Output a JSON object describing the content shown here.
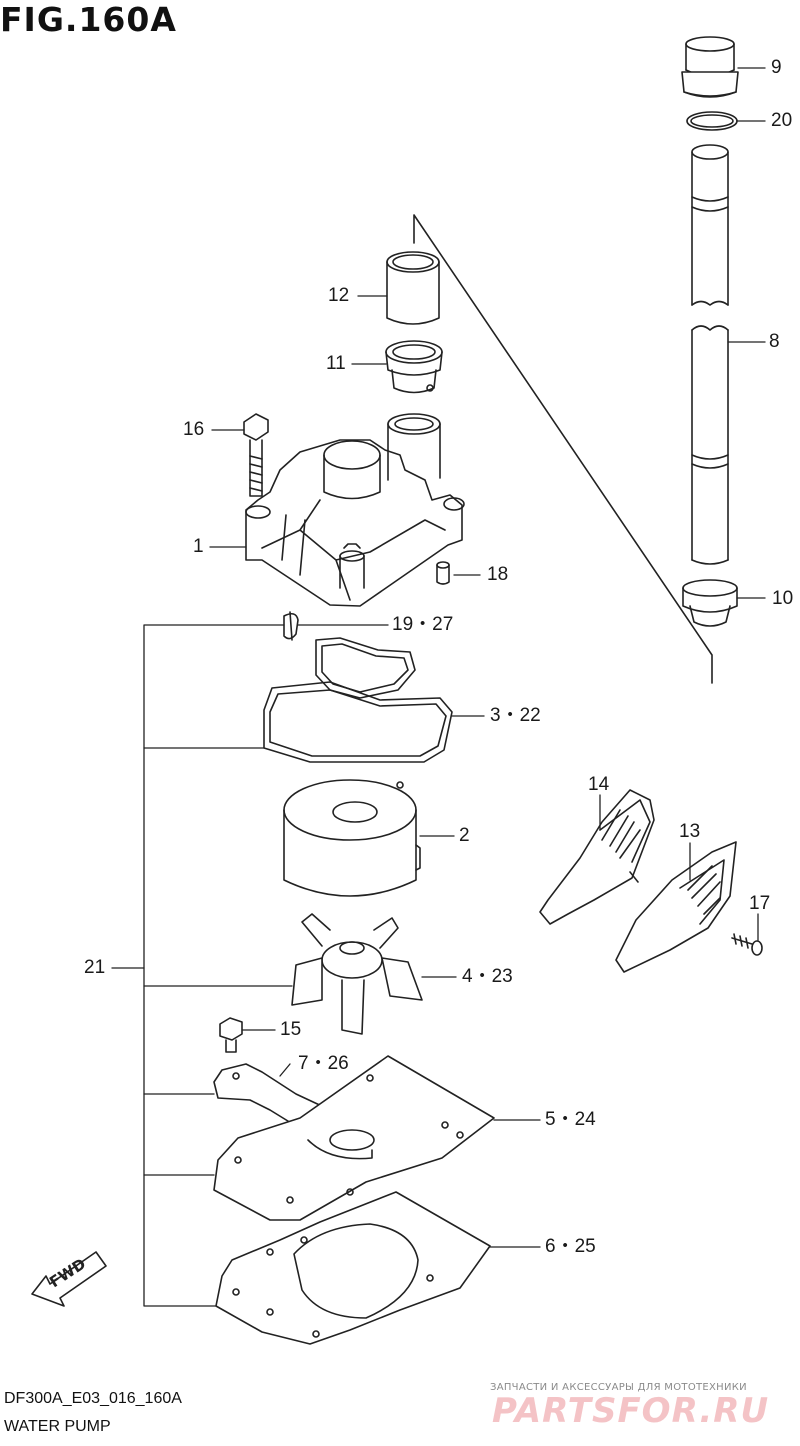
{
  "figure": {
    "title": "FIG.160A",
    "code": "DF300A_E03_016_160A",
    "name": "WATER PUMP"
  },
  "callouts": [
    {
      "id": "9",
      "label": "9"
    },
    {
      "id": "20",
      "label": "20"
    },
    {
      "id": "8",
      "label": "8"
    },
    {
      "id": "10",
      "label": "10"
    },
    {
      "id": "12",
      "label": "12"
    },
    {
      "id": "11",
      "label": "11"
    },
    {
      "id": "16",
      "label": "16"
    },
    {
      "id": "1",
      "label": "1"
    },
    {
      "id": "18",
      "label": "18"
    },
    {
      "id": "19-27",
      "label": "19・27"
    },
    {
      "id": "3-22",
      "label": "3・22"
    },
    {
      "id": "2",
      "label": "2"
    },
    {
      "id": "14",
      "label": "14"
    },
    {
      "id": "13",
      "label": "13"
    },
    {
      "id": "17",
      "label": "17"
    },
    {
      "id": "21",
      "label": "21"
    },
    {
      "id": "4-23",
      "label": "4・23"
    },
    {
      "id": "15",
      "label": "15"
    },
    {
      "id": "7-26",
      "label": "7・26"
    },
    {
      "id": "5-24",
      "label": "5・24"
    },
    {
      "id": "6-25",
      "label": "6・25"
    }
  ],
  "fwd_label": "FWD",
  "watermark": {
    "tagline": "ЗАПЧАСТИ И АКСЕССУАРЫ ДЛЯ МОТОТЕХНИКИ",
    "brand": "PARTSFOR.RU"
  }
}
